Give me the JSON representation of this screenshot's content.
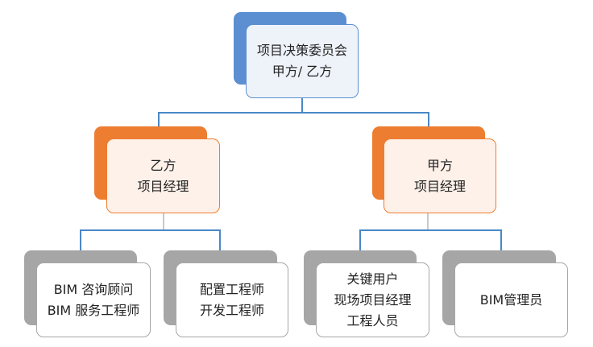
{
  "colors": {
    "blue": "#5b8fd1",
    "blue_light_fill": "#eef3fa",
    "orange": "#ed7d31",
    "orange_light_fill": "#fdf1e9",
    "gray": "#a6a6a6",
    "connector": "#4a88c6"
  },
  "nodes": {
    "committee": {
      "line1": "项目决策委员会",
      "line2": "甲方/ 乙方"
    },
    "party_b_pm": {
      "line1": "乙方",
      "line2": "项目经理"
    },
    "party_a_pm": {
      "line1": "甲方",
      "line2": "项目经理"
    },
    "bim_consult": {
      "line1": "BIM 咨询顾问",
      "line2": "BIM 服务工程师"
    },
    "config_eng": {
      "line1": "配置工程师",
      "line2": "开发工程师"
    },
    "key_users": {
      "line1": "关键用户",
      "line2": "现场项目经理",
      "line3": "工程人员"
    },
    "bim_admin": {
      "line1": "BIM管理员"
    }
  }
}
